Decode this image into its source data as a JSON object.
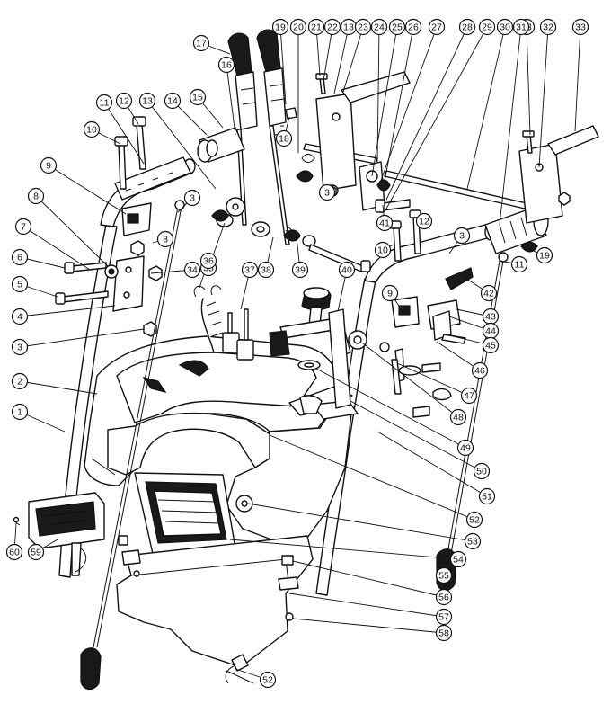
{
  "diagram": {
    "colors": {
      "line": "#111111",
      "fill": "#ffffff",
      "shade": "#1a1a1a",
      "mid": "#6e6e6e"
    },
    "callouts": [
      {
        "id": "c1",
        "label": "1"
      },
      {
        "id": "c2",
        "label": "2"
      },
      {
        "id": "c3a",
        "label": "3"
      },
      {
        "id": "c3b",
        "label": "3"
      },
      {
        "id": "c3c",
        "label": "3"
      },
      {
        "id": "c3d",
        "label": "3"
      },
      {
        "id": "c3e",
        "label": "3"
      },
      {
        "id": "c4",
        "label": "4"
      },
      {
        "id": "c5",
        "label": "5"
      },
      {
        "id": "c6",
        "label": "6"
      },
      {
        "id": "c7",
        "label": "7"
      },
      {
        "id": "c8",
        "label": "8"
      },
      {
        "id": "c9a",
        "label": "9"
      },
      {
        "id": "c9b",
        "label": "9"
      },
      {
        "id": "c10a",
        "label": "10"
      },
      {
        "id": "c10b",
        "label": "10"
      },
      {
        "id": "c11a",
        "label": "11"
      },
      {
        "id": "c11b",
        "label": "11"
      },
      {
        "id": "c12a",
        "label": "12"
      },
      {
        "id": "c12b",
        "label": "12"
      },
      {
        "id": "c13a",
        "label": "13"
      },
      {
        "id": "c13b",
        "label": "13"
      },
      {
        "id": "c13c",
        "label": "13"
      },
      {
        "id": "c14",
        "label": "14"
      },
      {
        "id": "c15",
        "label": "15"
      },
      {
        "id": "c16",
        "label": "16"
      },
      {
        "id": "c17",
        "label": "17"
      },
      {
        "id": "c18",
        "label": "18"
      },
      {
        "id": "c19a",
        "label": "19"
      },
      {
        "id": "c19b",
        "label": "19"
      },
      {
        "id": "c20",
        "label": "20"
      },
      {
        "id": "c21",
        "label": "21"
      },
      {
        "id": "c22",
        "label": "22"
      },
      {
        "id": "c23",
        "label": "23"
      },
      {
        "id": "c24",
        "label": "24"
      },
      {
        "id": "c25",
        "label": "25"
      },
      {
        "id": "c26",
        "label": "26"
      },
      {
        "id": "c27",
        "label": "27"
      },
      {
        "id": "c28",
        "label": "28"
      },
      {
        "id": "c29",
        "label": "29"
      },
      {
        "id": "c30",
        "label": "30"
      },
      {
        "id": "c31",
        "label": "31"
      },
      {
        "id": "c32",
        "label": "32"
      },
      {
        "id": "c33",
        "label": "33"
      },
      {
        "id": "c34",
        "label": "34"
      },
      {
        "id": "c35",
        "label": "35"
      },
      {
        "id": "c36",
        "label": "36"
      },
      {
        "id": "c37",
        "label": "37"
      },
      {
        "id": "c38",
        "label": "38"
      },
      {
        "id": "c39",
        "label": "39"
      },
      {
        "id": "c40",
        "label": "40"
      },
      {
        "id": "c41",
        "label": "41"
      },
      {
        "id": "c42",
        "label": "42"
      },
      {
        "id": "c43",
        "label": "43"
      },
      {
        "id": "c44",
        "label": "44"
      },
      {
        "id": "c45",
        "label": "45"
      },
      {
        "id": "c46",
        "label": "46"
      },
      {
        "id": "c47",
        "label": "47"
      },
      {
        "id": "c48",
        "label": "48"
      },
      {
        "id": "c49",
        "label": "49"
      },
      {
        "id": "c50",
        "label": "50"
      },
      {
        "id": "c51",
        "label": "51"
      },
      {
        "id": "c52a",
        "label": "52"
      },
      {
        "id": "c52b",
        "label": "52"
      },
      {
        "id": "c53",
        "label": "53"
      },
      {
        "id": "c54",
        "label": "54"
      },
      {
        "id": "c55",
        "label": "55"
      },
      {
        "id": "c56",
        "label": "56"
      },
      {
        "id": "c57",
        "label": "57"
      },
      {
        "id": "c58",
        "label": "58"
      },
      {
        "id": "c59",
        "label": "59"
      },
      {
        "id": "c60",
        "label": "60"
      }
    ]
  }
}
